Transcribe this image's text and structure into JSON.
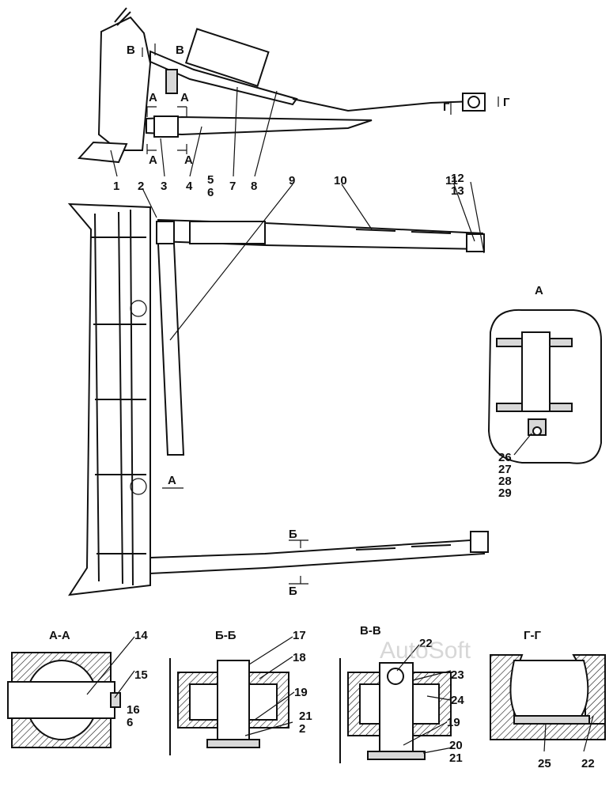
{
  "watermark": "AutoSoft",
  "view_label": "А",
  "section_titles": {
    "aa": "А-А",
    "bb": "Б-Б",
    "vv": "В-В",
    "gg": "Г-Г"
  },
  "cut_marks": {
    "a": "А",
    "b": "Б",
    "v": "В",
    "g": "Г"
  },
  "callouts": {
    "n1": "1",
    "n2": "2",
    "n3": "3",
    "n4": "4",
    "n5": "5",
    "n6": "6",
    "n7": "7",
    "n8": "8",
    "n9": "9",
    "n10": "10",
    "n11": "11",
    "n12": "12",
    "n13": "13",
    "n14": "14",
    "n15": "15",
    "n16": "16",
    "n17": "17",
    "n18": "18",
    "n19": "19",
    "n20": "20",
    "n21": "21",
    "n22": "22",
    "n23": "23",
    "n24": "24",
    "n25": "25",
    "n26": "26",
    "n27": "27",
    "n28": "28",
    "n29": "29"
  }
}
